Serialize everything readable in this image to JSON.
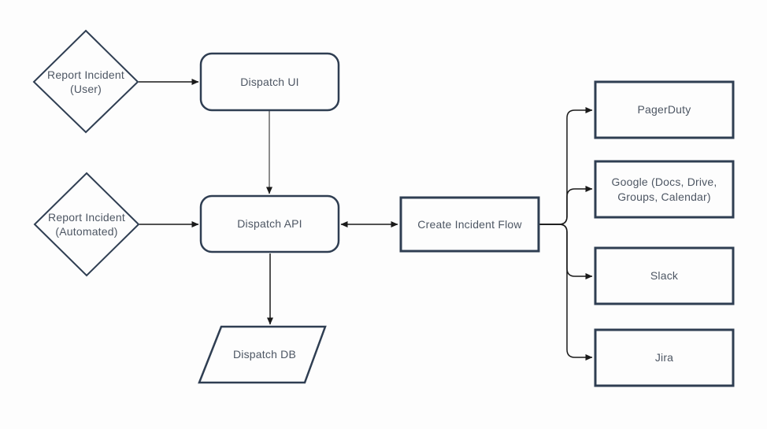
{
  "diagram_type": "flowchart",
  "colors": {
    "node_border": "#2f3e52",
    "node_fill": "#fdfdfd",
    "label_text": "#4d5663",
    "connector_black": "#1a1a1a",
    "connector_gray": "#8c8c8c",
    "background": "#fdfdfd"
  },
  "nodes": {
    "report_incident_user": {
      "label": "Report Incident (User)",
      "shape": "diamond"
    },
    "report_incident_automated": {
      "label": "Report Incident (Automated)",
      "shape": "diamond"
    },
    "dispatch_ui": {
      "label": "Dispatch UI",
      "shape": "rounded-rect"
    },
    "dispatch_api": {
      "label": "Dispatch API",
      "shape": "rounded-rect"
    },
    "create_incident_flow": {
      "label": "Create Incident Flow",
      "shape": "rect"
    },
    "dispatch_db": {
      "label": "Dispatch DB",
      "shape": "parallelogram"
    },
    "pagerduty": {
      "label": "PagerDuty",
      "shape": "rect"
    },
    "google": {
      "label": "Google (Docs, Drive, Groups, Calendar)",
      "shape": "rect"
    },
    "slack": {
      "label": "Slack",
      "shape": "rect"
    },
    "jira": {
      "label": "Jira",
      "shape": "rect"
    }
  },
  "edges": [
    {
      "from": "report_incident_user",
      "to": "dispatch_ui",
      "style": "black-arrow"
    },
    {
      "from": "dispatch_ui",
      "to": "dispatch_api",
      "style": "gray-arrow"
    },
    {
      "from": "report_incident_automated",
      "to": "dispatch_api",
      "style": "black-arrow"
    },
    {
      "from": "dispatch_api",
      "to": "create_incident_flow",
      "style": "double-arrow"
    },
    {
      "from": "dispatch_api",
      "to": "dispatch_db",
      "style": "black-arrow"
    },
    {
      "from": "create_incident_flow",
      "to": "pagerduty",
      "style": "black-arrow"
    },
    {
      "from": "create_incident_flow",
      "to": "google",
      "style": "black-arrow"
    },
    {
      "from": "create_incident_flow",
      "to": "slack",
      "style": "black-arrow"
    },
    {
      "from": "create_incident_flow",
      "to": "jira",
      "style": "black-arrow"
    }
  ]
}
